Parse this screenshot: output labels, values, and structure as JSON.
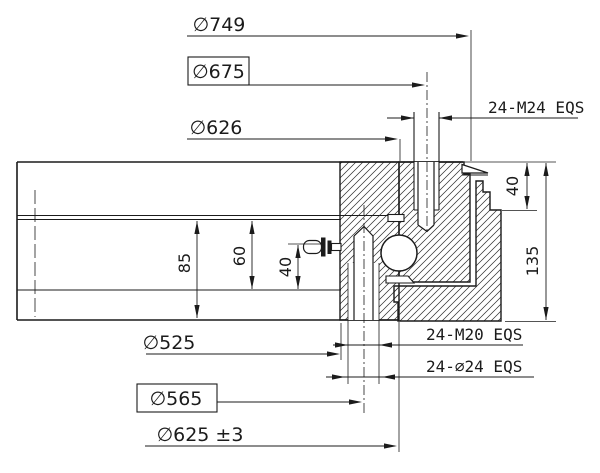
{
  "drawing": {
    "kind": "slewing-bearing-cross-section",
    "colors": {
      "line": "#1b1b1b",
      "background": "#ffffff"
    }
  },
  "dims": {
    "d749": "∅749",
    "d675": "∅675",
    "d626": "∅626",
    "m24": "24-M24 EQS",
    "n40r": "40",
    "n135": "135",
    "n85": "85",
    "n60": "60",
    "n40l": "40",
    "d525": "∅525",
    "m20": "24-M20 EQS",
    "d565": "∅565",
    "d24": "24-∅24 EQS",
    "d625": "∅625 ±3"
  }
}
